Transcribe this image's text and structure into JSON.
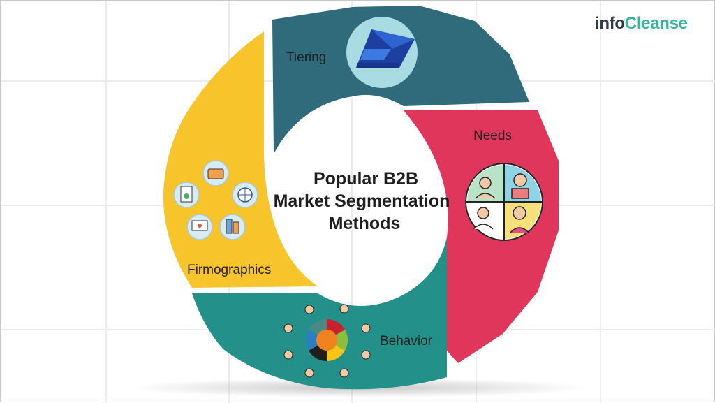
{
  "logo": {
    "part1": "info",
    "part2": "Cleanse"
  },
  "center_title": [
    "Popular B2B",
    "Market Segmentation",
    "Methods"
  ],
  "segments": [
    {
      "label": "Tiering",
      "color": "#2f6b7b",
      "icon": "pyramid-icon"
    },
    {
      "label": "Needs",
      "color": "#e1365b",
      "icon": "customer-personas-icon"
    },
    {
      "label": "Behavior",
      "color": "#23908a",
      "icon": "people-circle-icon"
    },
    {
      "label": "Firmographics",
      "color": "#f8c42b",
      "icon": "business-data-icons"
    }
  ],
  "colors": {
    "logo_dark": "#2f3a48",
    "logo_accent": "#36b597",
    "icon_bg": "#a9dbe3"
  }
}
